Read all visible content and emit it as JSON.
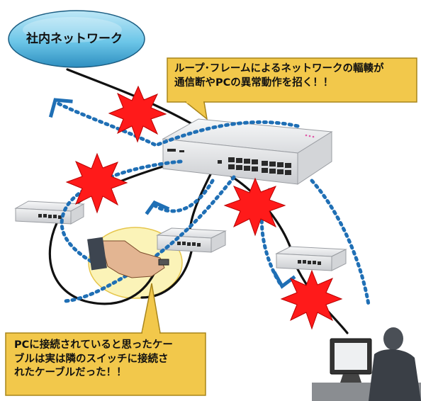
{
  "network_cloud": {
    "label": "社内ネットワーク"
  },
  "top_callout": {
    "line1": "ループ･フレームによるネットワークの輻輳が",
    "line2": "通信断やPCの異常動作を招く！！"
  },
  "bottom_callout": {
    "line1": "PCに接続されていると思ったケー",
    "line2": "ブルは実は隣のスイッチに接続さ",
    "line3": "れたケーブルだった！！"
  },
  "colors": {
    "cloud_fill": "#6cc6e8",
    "callout_fill": "#f2c84b",
    "burst_fill": "#ff1a1a",
    "loop_arrow": "#1f6fb5",
    "hand_circle": "#fbf3b8",
    "switch_body": "#e9eaec"
  },
  "icons": [
    "network-cloud-icon",
    "core-switch-icon",
    "hub-switch-icon",
    "explosion-icon",
    "hand-holding-cable-icon",
    "pc-user-icon"
  ]
}
